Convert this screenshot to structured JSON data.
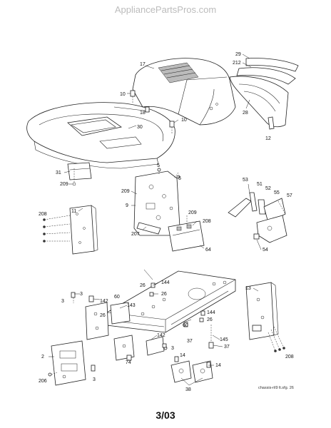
{
  "watermark": "AppliancePartsPros.com",
  "date_code": "3/03",
  "ref_code": "chassis-ril9 lt.sfg. 26",
  "callouts": [
    "17",
    "29",
    "212",
    "28",
    "10",
    "18",
    "10",
    "30",
    "12",
    "31",
    "209",
    "5",
    "5",
    "209",
    "9",
    "53",
    "51",
    "52",
    "55",
    "57",
    "208",
    "11",
    "209",
    "208",
    "207",
    "64",
    "54",
    "13",
    "144",
    "26",
    "26",
    "3",
    "60",
    "142",
    "143",
    "3",
    "144",
    "26",
    "26",
    "60",
    "142",
    "3",
    "37",
    "145",
    "37",
    "208",
    "2",
    "74",
    "14",
    "14",
    "206",
    "3",
    "38"
  ]
}
